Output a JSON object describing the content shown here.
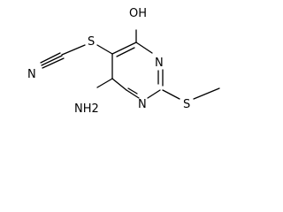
{
  "molecule": {
    "atoms": {
      "hydroxyl": "OH",
      "sulfur_thiocyanate": "S",
      "nitrogen_nitrile": "N",
      "amino": "NH2",
      "nitrogen_ring_upper": "N",
      "nitrogen_ring_lower": "N",
      "sulfur_methylthio": "S"
    }
  },
  "colors": {
    "bond": "#000000",
    "label": "#000000",
    "background": "#ffffff"
  }
}
